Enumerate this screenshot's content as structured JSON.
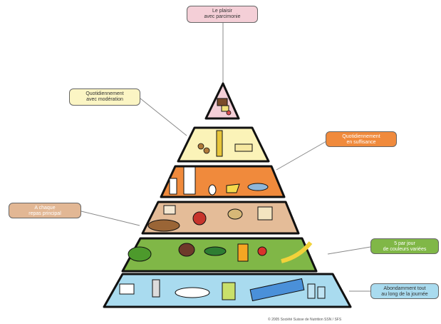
{
  "labels": {
    "top": "Le plaisir\navec parcimonie",
    "yellow": "Quotidiennement\navec modération",
    "orange": "Quotidiennement\nen suffisance",
    "tan": "A chaque\nrepas principal",
    "green": "5 par jour\nde couleurs variées",
    "blue": "Abondamment tout\nau long de la journée"
  },
  "copyright": "© 2005 Société Suisse de Nutrition SSN / SFS",
  "colors": {
    "top": "#f4cfd7",
    "yellow": "#fbf3b8",
    "orange": "#f08a3c",
    "tan": "#e4bc98",
    "green": "#80b747",
    "blue": "#a9dbef",
    "outline": "#111111"
  }
}
